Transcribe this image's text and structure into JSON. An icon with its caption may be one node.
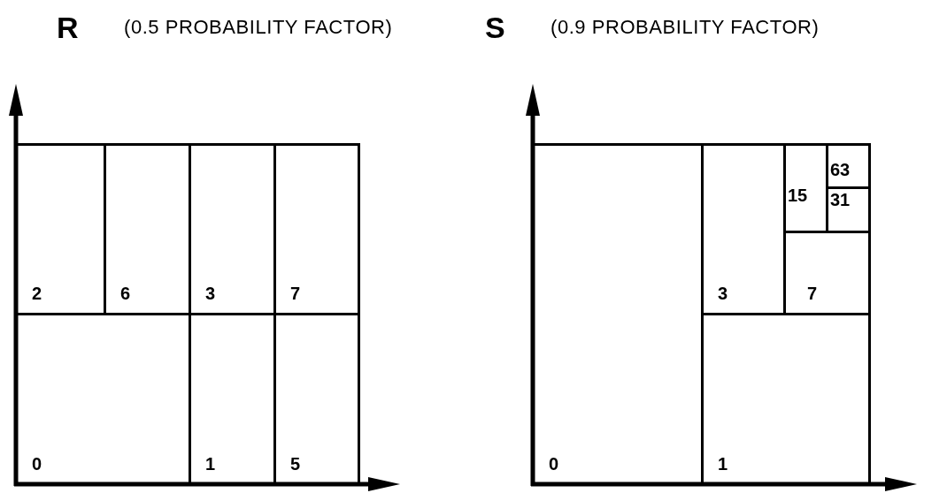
{
  "diagram": {
    "nodes": [
      {
        "text": [
          "2"
        ]
      },
      {
        "text": [
          "6"
        ]
      },
      {
        "text": [
          "3"
        ]
      },
      {
        "text": [
          "7"
        ]
      },
      {
        "text": [
          "0"
        ]
      },
      {
        "text": [
          "1"
        ]
      },
      {
        "text": [
          "5"
        ]
      },
      {
        "text": [
          "0"
        ]
      },
      {
        "text": [
          "3"
        ]
      },
      {
        "text": [
          "15"
        ]
      },
      {
        "text": [
          "63"
        ]
      },
      {
        "text": [
          "31"
        ]
      },
      {
        "text": [
          "7"
        ]
      },
      {
        "text": [
          "1"
        ]
      }
    ],
    "labels": [
      "R",
      "(0.5 PROBABILITY FACTOR)",
      "S",
      "(0.9 PROBABILITY FACTOR)"
    ]
  }
}
